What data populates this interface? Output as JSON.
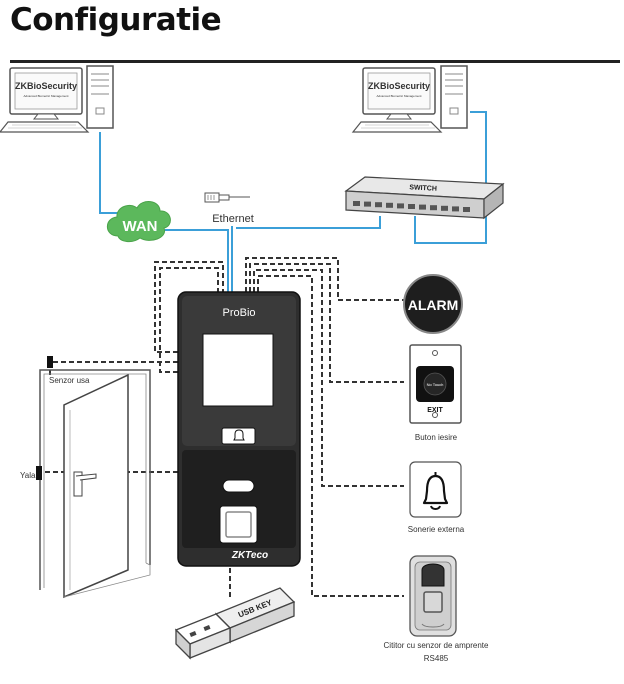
{
  "title": "Configuratie",
  "computer_left": {
    "label": "ZKBioSecurity",
    "sublabel": "Advanced Biometric Management"
  },
  "computer_right": {
    "label": "ZKBioSecurity",
    "sublabel": "Advanced Biometric Management"
  },
  "wan": "WAN",
  "ethernet": "Ethernet",
  "switch": "SWITCH",
  "device": {
    "name": "ProBio",
    "brand": "ZKTeco"
  },
  "alarm": "ALARM",
  "exit_button": {
    "caption": "Buton iesire",
    "exit": "EXIT",
    "touch": "No Touch"
  },
  "bell": "Sonerie externa",
  "reader": {
    "line1": "Cititor cu senzor de amprente",
    "line2": "RS485"
  },
  "door_sensor": "Senzor usa",
  "lock": "Yala",
  "usb": "USB KEY",
  "colors": {
    "network": "#3b9fd8",
    "wan": "#5cb85c",
    "wiring": "#333333"
  }
}
